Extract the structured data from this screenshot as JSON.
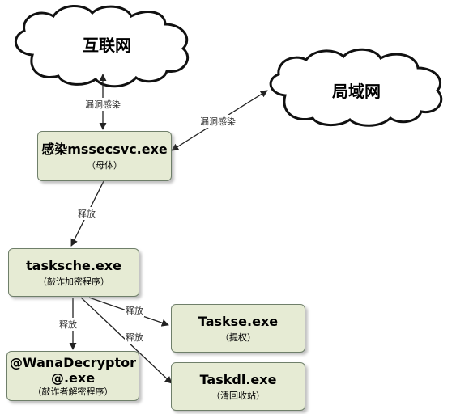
{
  "clouds": {
    "internet": "互联网",
    "lan": "局域网"
  },
  "nodes": {
    "mother": {
      "title": "感染mssecsvc.exe",
      "sub": "（母体）"
    },
    "tasksche": {
      "title": "tasksche.exe",
      "sub": "（敲诈加密程序）"
    },
    "taskse": {
      "title": "Taskse.exe",
      "sub": "（提权）"
    },
    "wana": {
      "title_line1": "@WanaDecryptor",
      "title_line2": "@.exe",
      "sub": "（敲诈者解密程序）"
    },
    "taskdl": {
      "title": "Taskdl.exe",
      "sub": "（清回收站）"
    }
  },
  "edges": {
    "internet_mother": "漏洞感染",
    "mother_lan": "漏洞感染",
    "mother_tasksche": "释放",
    "tasksche_taskse": "释放",
    "tasksche_wana": "释放",
    "tasksche_taskdl": "释放"
  }
}
